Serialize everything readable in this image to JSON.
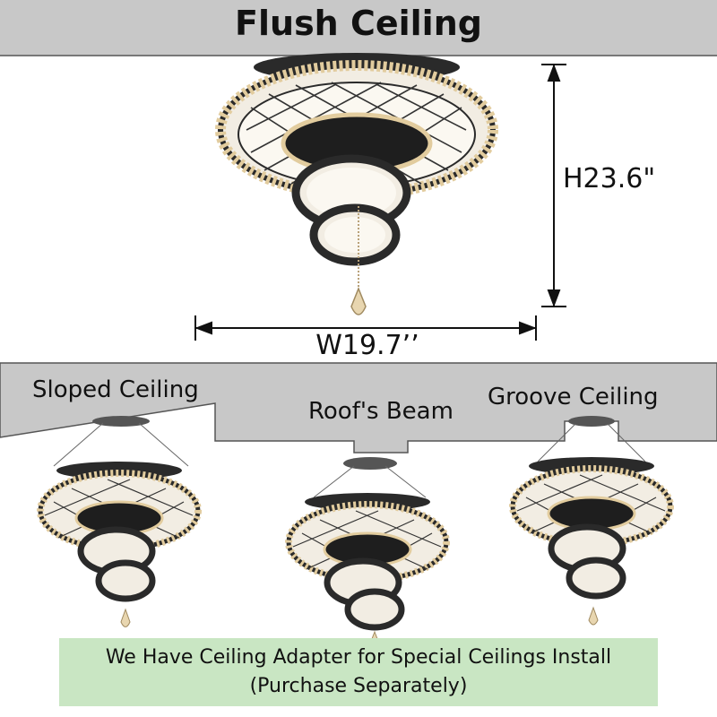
{
  "title": "Flush Ceiling",
  "dimensions": {
    "height": "H23.6\"",
    "width": "W19.7’’"
  },
  "ceilings": [
    {
      "label": "Sloped Ceiling"
    },
    {
      "label": "Roof's Beam"
    },
    {
      "label": "Groove Ceiling"
    }
  ],
  "note": {
    "line1": "We Have Ceiling Adapter for Special Ceilings Install",
    "line2": "(Purchase Separately)"
  },
  "colors": {
    "ceiling": "#c8c8c8",
    "note_bg": "#c9e6c3",
    "frame": "#2a2a2a",
    "crystal": "#e8d6b0"
  }
}
